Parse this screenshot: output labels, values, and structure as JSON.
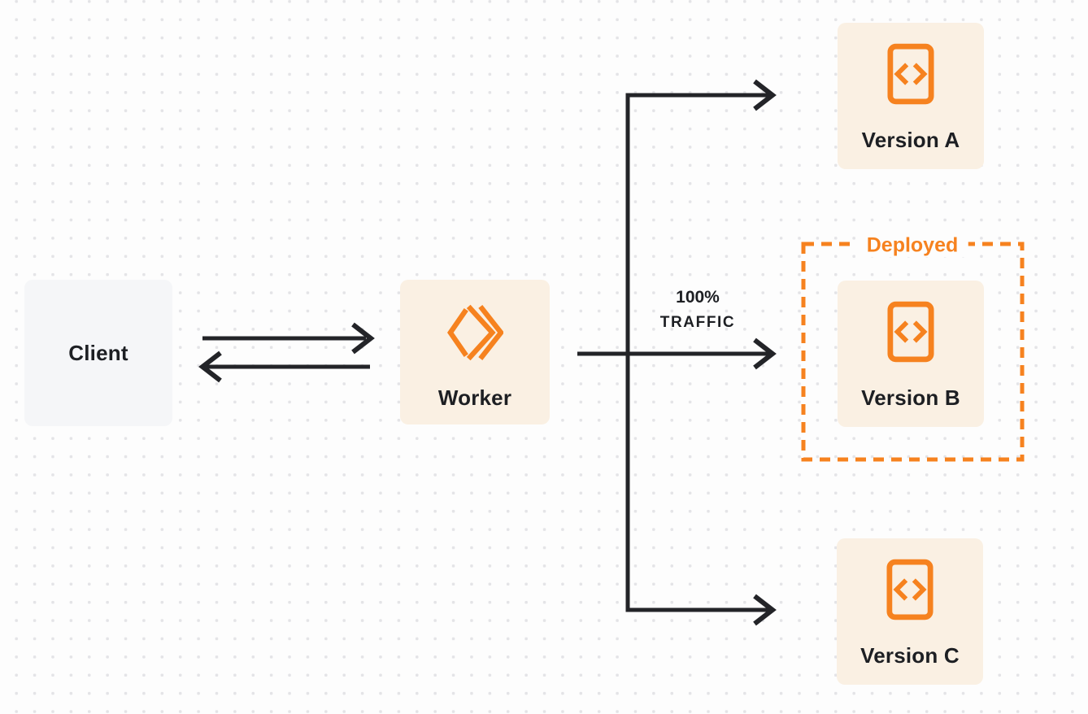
{
  "diagram": {
    "type": "deployment-routing-diagram",
    "colors": {
      "accent_orange": "#F6821F",
      "card_cream": "#FAF0E3",
      "card_gray": "#F5F6F8",
      "arrow_dark": "#232428",
      "text_dark": "#1D1F23",
      "background": "#FDFDFD",
      "dot_grid": "#E4E4E7"
    },
    "nodes": {
      "client": {
        "label": "Client"
      },
      "worker": {
        "label": "Worker",
        "icon": "workers-logo-icon"
      },
      "version_a": {
        "label": "Version A",
        "icon": "code-file-icon"
      },
      "version_b": {
        "label": "Version B",
        "icon": "code-file-icon"
      },
      "version_c": {
        "label": "Version C",
        "icon": "code-file-icon"
      }
    },
    "annotations": {
      "deployed_badge": {
        "label": "Deployed"
      },
      "traffic_label": {
        "line1": "100%",
        "line2": "TRAFFIC"
      }
    },
    "edges": [
      {
        "from": "client",
        "to": "worker",
        "direction": "right"
      },
      {
        "from": "worker",
        "to": "client",
        "direction": "left"
      },
      {
        "from": "worker",
        "to": "version_b",
        "label": "100% TRAFFIC"
      },
      {
        "from": "worker",
        "to": "version_a",
        "via": "branch"
      },
      {
        "from": "worker",
        "to": "version_c",
        "via": "branch"
      }
    ]
  }
}
